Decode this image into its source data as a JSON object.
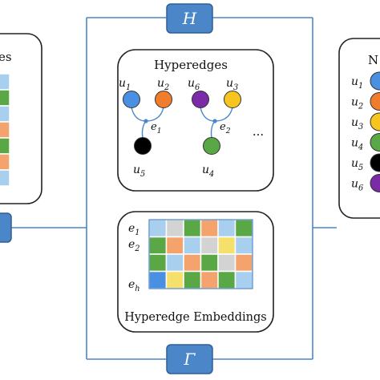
{
  "top_box": {
    "label": "H"
  },
  "bottom_box": {
    "label": "Γ"
  },
  "left_panel": {
    "title_fragment": "es",
    "side_box_label": ""
  },
  "right_panel": {
    "title_fragment": "N",
    "nodes": [
      {
        "base": "u",
        "sub": "1",
        "color": "#4a90e2"
      },
      {
        "base": "u",
        "sub": "2",
        "color": "#f07d2d"
      },
      {
        "base": "u",
        "sub": "3",
        "color": "#f7c520"
      },
      {
        "base": "u",
        "sub": "4",
        "color": "#5aa845"
      },
      {
        "base": "u",
        "sub": "5",
        "color": "#000000"
      },
      {
        "base": "u",
        "sub": "6",
        "color": "#7b2aa8"
      }
    ]
  },
  "hyperedges_panel": {
    "title": "Hyperedges",
    "ellipsis": "···",
    "groups": [
      {
        "top_left": {
          "base": "u",
          "sub": "1",
          "color": "#4a90e2"
        },
        "top_right": {
          "base": "u",
          "sub": "2",
          "color": "#f07d2d"
        },
        "edge": {
          "base": "e",
          "sub": "1"
        },
        "bottom": {
          "base": "u",
          "sub": "5",
          "color": "#000000"
        }
      },
      {
        "top_left": {
          "base": "u",
          "sub": "6",
          "color": "#7b2aa8"
        },
        "top_right": {
          "base": "u",
          "sub": "3",
          "color": "#f7c520"
        },
        "edge": {
          "base": "e",
          "sub": "2"
        },
        "bottom": {
          "base": "u",
          "sub": "4",
          "color": "#5aa845"
        }
      }
    ]
  },
  "embeddings_panel": {
    "title": "Hyperedge Embeddings",
    "row_labels": [
      {
        "base": "e",
        "sub": "1"
      },
      {
        "base": "e",
        "sub": "2"
      },
      {
        "base": "",
        "sub": ""
      },
      {
        "base": "e",
        "sub": "h"
      }
    ],
    "grid": [
      [
        "#a9cfee",
        "#d3d3d3",
        "#5aa845",
        "#f4a36c",
        "#a9cfee",
        "#5aa845"
      ],
      [
        "#5aa845",
        "#f4a36c",
        "#a9cfee",
        "#d3d3d3",
        "#f4e06b",
        "#a9cfee"
      ],
      [
        "#5aa845",
        "#a9cfee",
        "#f4a36c",
        "#5aa845",
        "#d3d3d3",
        "#f4a36c"
      ],
      [
        "#4a90e2",
        "#f4e06b",
        "#5aa845",
        "#f4a36c",
        "#5aa845",
        "#a9cfee"
      ]
    ]
  },
  "left_grid": [
    [
      "#a9cfee"
    ],
    [
      "#5aa845"
    ],
    [
      "#a9cfee"
    ],
    [
      "#f4a36c"
    ],
    [
      "#5aa845"
    ],
    [
      "#f4a36c"
    ],
    [
      "#a9cfee"
    ]
  ],
  "colors": {
    "accent_box": "#4a86c8",
    "line": "#4a86c8"
  }
}
